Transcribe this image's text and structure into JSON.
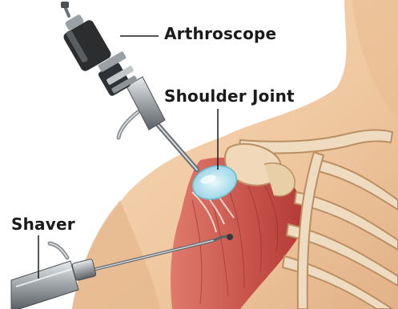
{
  "labels": {
    "arthroscope": "Arthroscope",
    "shoulder_joint": "Shoulder Joint",
    "shaver": "Shaver"
  },
  "colors": {
    "skin": "#f2cfa8",
    "skin_shadow": "#dba97e",
    "muscle": "#c94a43",
    "bone": "#efdcc0",
    "bone_outline": "#b98f63",
    "instrument_metal": "#a9adb0",
    "instrument_dark": "#3a3a3a",
    "joint_capsule": "#b8e6f2",
    "label_text": "#1a1a1a"
  },
  "icons": {
    "arthroscope": "arthroscope-illustration",
    "shaver": "shaver-illustration"
  }
}
